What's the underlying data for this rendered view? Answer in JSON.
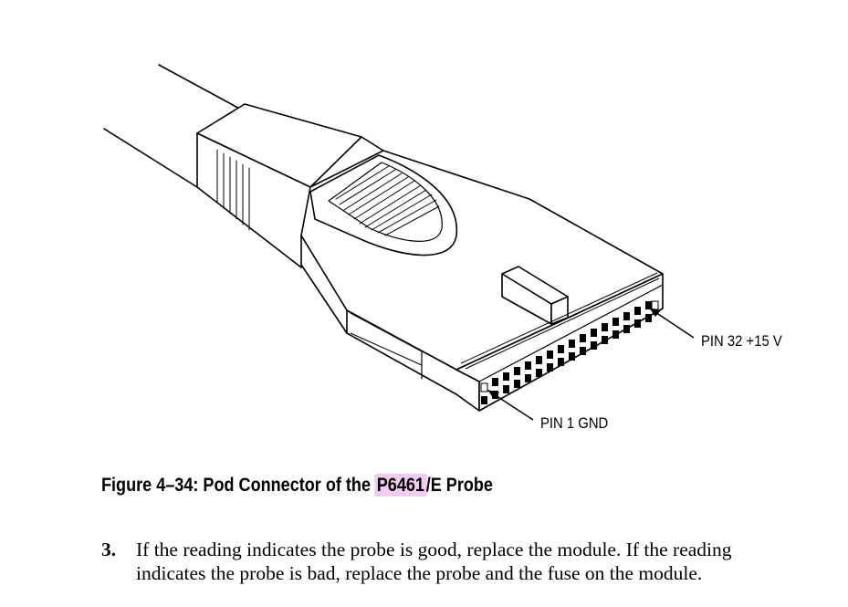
{
  "figure": {
    "callouts": {
      "pin32": "PIN 32 +15  V",
      "pin1": "PIN 1 GND"
    }
  },
  "caption": {
    "prefix": "Figure 4–34: Pod Connector of the ",
    "highlight": "P6461",
    "suffix": "/E Probe",
    "highlight_color": "#f2ccf0"
  },
  "step": {
    "number": "3.",
    "line1": "If the reading indicates the probe is good, replace the module. If the reading",
    "line2": "indicates the probe is bad, replace the probe and the fuse on the module."
  }
}
